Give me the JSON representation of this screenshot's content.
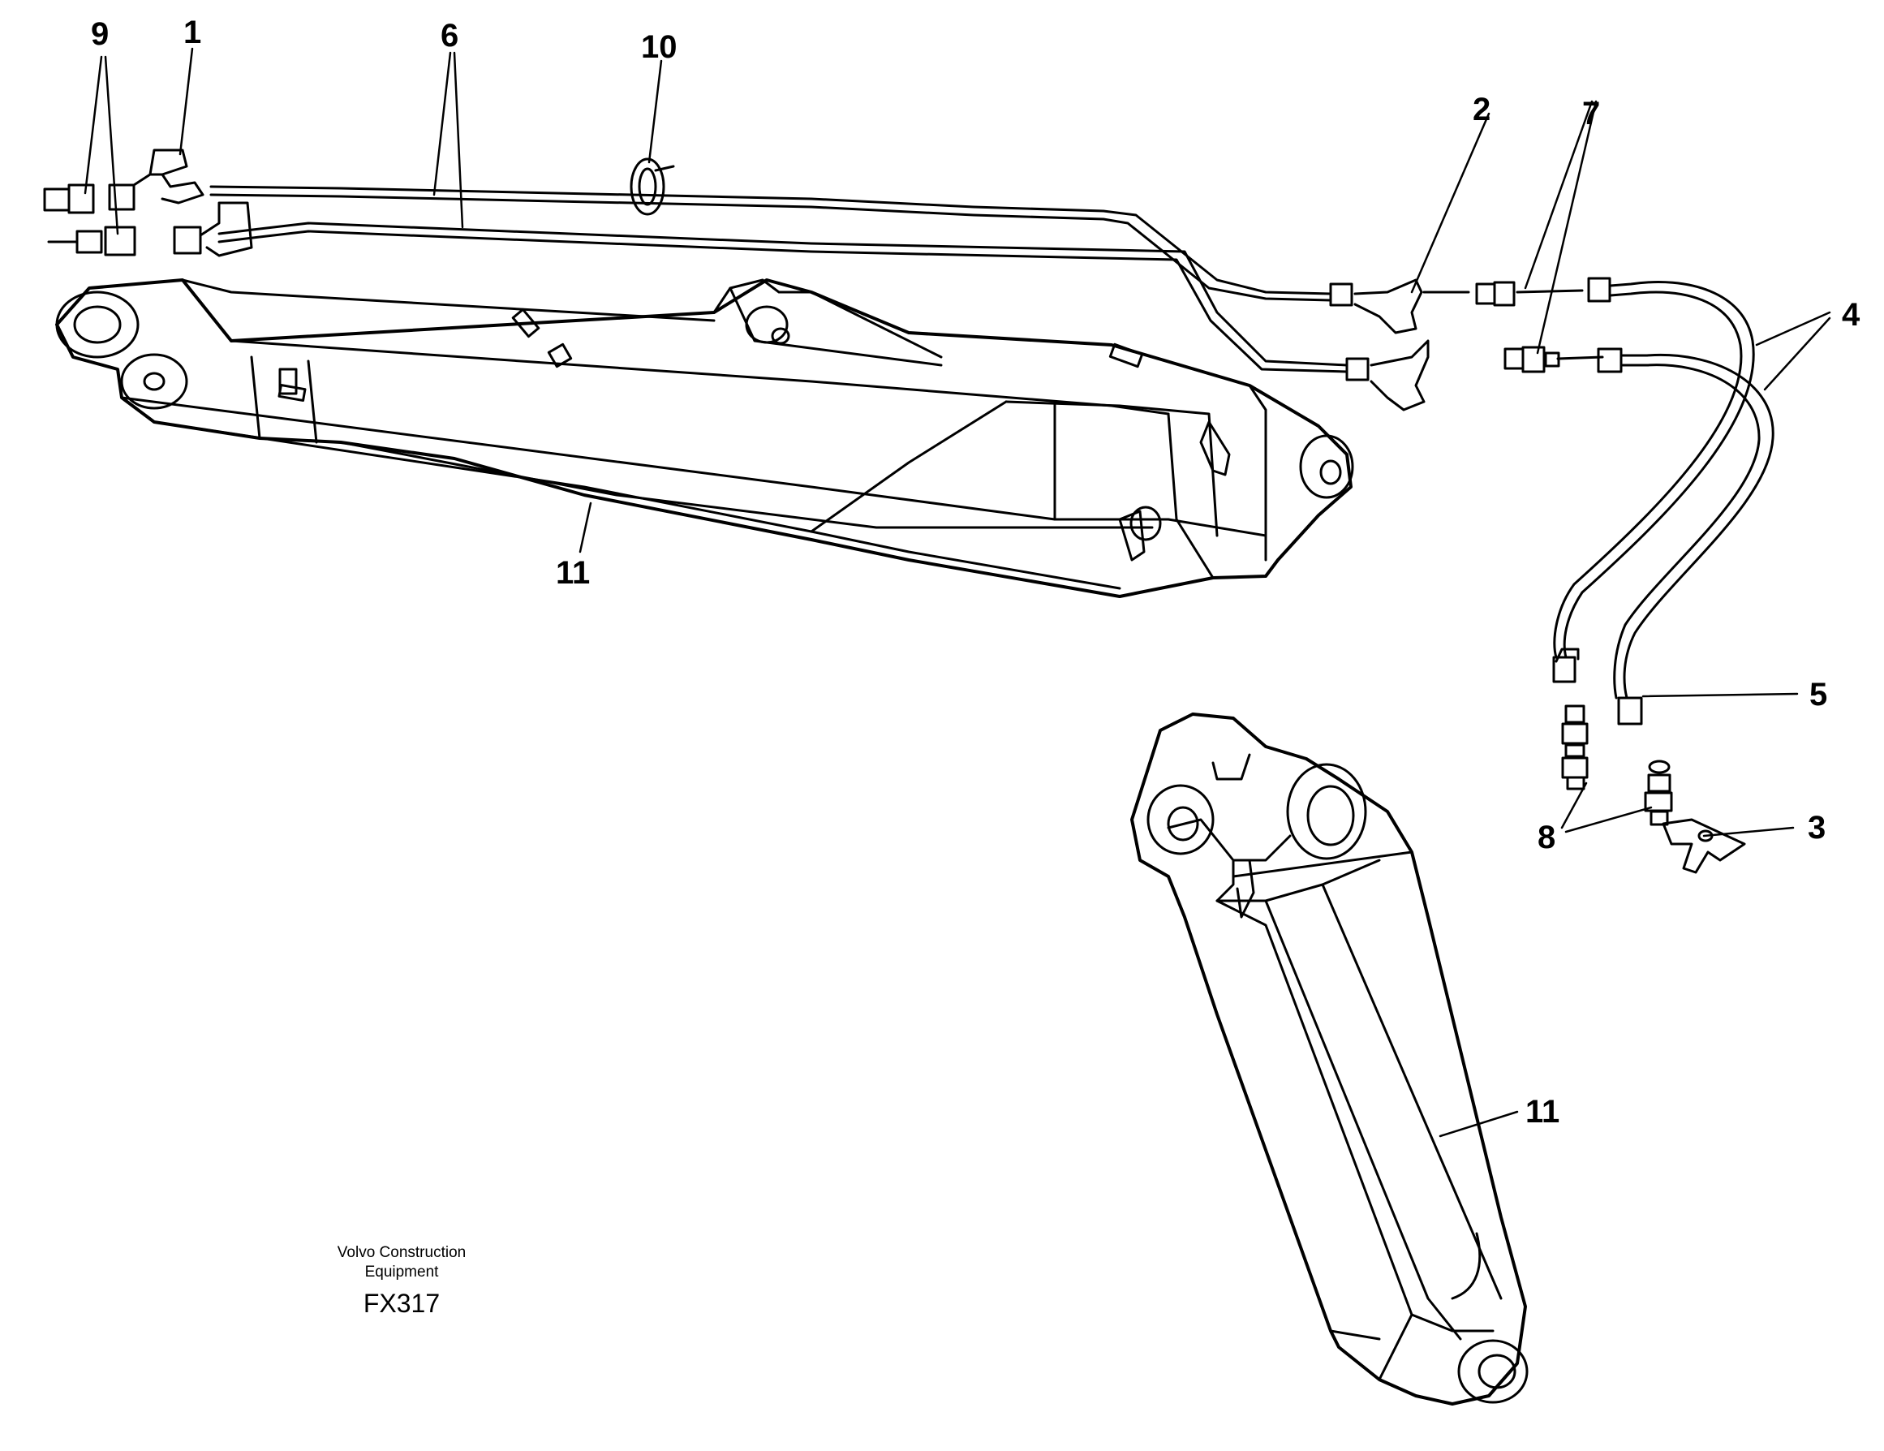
{
  "callouts": {
    "c9": "9",
    "c1": "1",
    "c6": "6",
    "c10": "10",
    "c2": "2",
    "c7": "7",
    "c4": "4",
    "c5": "5",
    "c3": "3",
    "c8": "8",
    "c11a": "11",
    "c11b": "11"
  },
  "caption": {
    "line1": "Volvo Construction",
    "line2": "Equipment",
    "code": "FX317"
  }
}
